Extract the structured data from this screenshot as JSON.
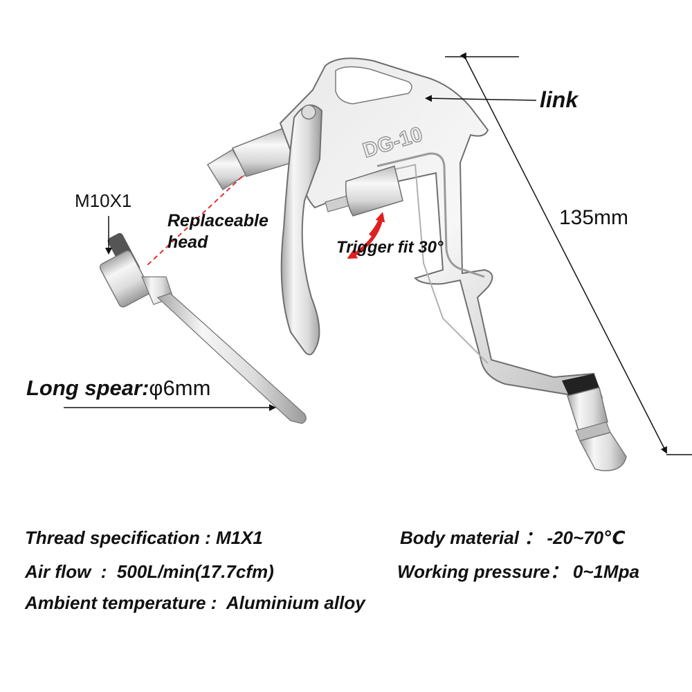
{
  "callouts": {
    "thread_size": "M10X1",
    "replaceable_head_line1": "Replaceable",
    "replaceable_head_line2": "head",
    "trigger": "Trigger fit 30°",
    "link": "link",
    "length": "135mm",
    "long_spear_title": "Long spear:",
    "long_spear_value": "φ6mm"
  },
  "tool": {
    "model_marking": "DG-10"
  },
  "specs": [
    {
      "label": "Thread specification",
      "sep": " : ",
      "value": "M1X1"
    },
    {
      "label": "Body material",
      "sep": " ：",
      "value": " -20~70℃"
    },
    {
      "label": "Air flow",
      "sep": "  :  ",
      "value": "500L/min(17.7cfm)"
    },
    {
      "label": "Working pressure",
      "sep": "：",
      "value": " 0~1Mpa"
    },
    {
      "label": "Ambient temperature",
      "sep": " :  ",
      "value": "Aluminium alloy"
    }
  ],
  "colors": {
    "dashed_leader": "#e03030",
    "trigger_arrow": "#e02020",
    "metal_light": "#f4f4f4",
    "metal_dark": "#8c8c8c"
  }
}
